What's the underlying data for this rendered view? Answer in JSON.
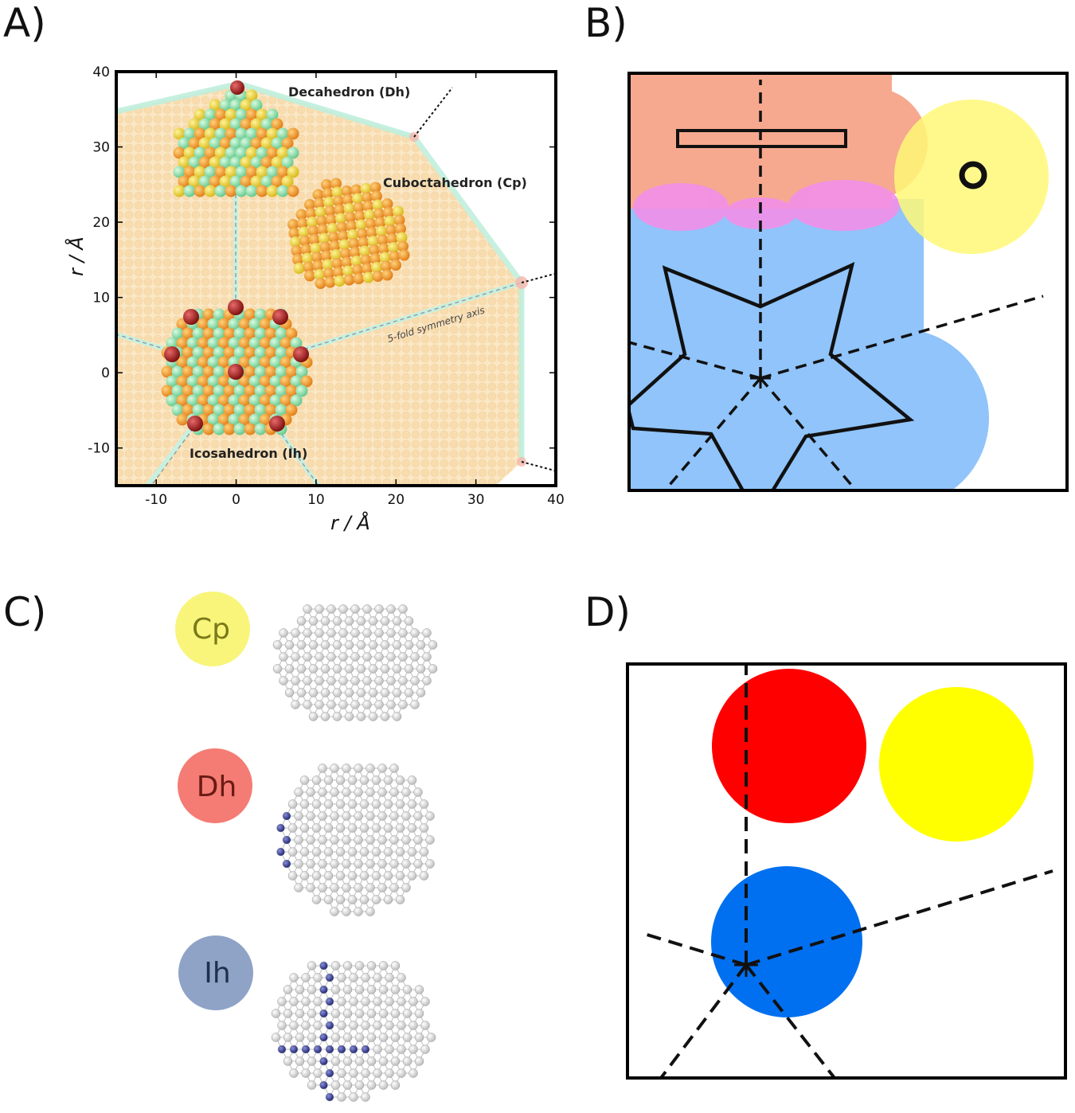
{
  "panels": {
    "a": {
      "label": "A)",
      "annotations": {
        "dh": "Decahedron (Dh)",
        "cp": "Cuboctahedron (Cp)",
        "ih": "Icosahedron (Ih)",
        "axis": "5-fold symmetry axis"
      }
    },
    "b": {
      "label": "B)"
    },
    "c": {
      "label": "C)",
      "badges": [
        {
          "text": "Cp",
          "fill": "#f8f57a",
          "color": "#7a7a1a"
        },
        {
          "text": "Dh",
          "fill": "#f47c74",
          "color": "#6a1a14"
        },
        {
          "text": "Ih",
          "fill": "#8fa3c7",
          "color": "#1f2f4d"
        }
      ]
    },
    "d": {
      "label": "D)",
      "colors": {
        "red": "#ff0000",
        "yellow": "#ffff00",
        "blue": "#0070f0"
      }
    }
  },
  "chart_data": {
    "type": "scatter",
    "xlabel": "r / Å",
    "ylabel": "r / Å",
    "xlim": [
      -15,
      40
    ],
    "ylim": [
      -15,
      40
    ],
    "xticks": [
      -10,
      0,
      10,
      20,
      30,
      40
    ],
    "yticks": [
      -10,
      0,
      10,
      20,
      30,
      40
    ],
    "grid": false
  }
}
